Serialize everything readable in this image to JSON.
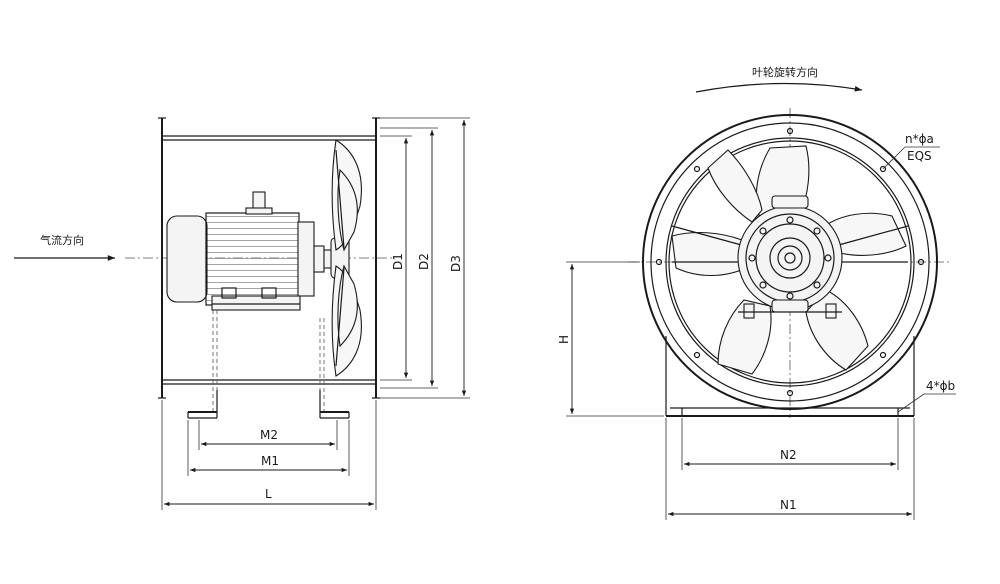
{
  "labels": {
    "airflow_direction": "气流方向",
    "impeller_rotation": "叶轮旋转方向",
    "flange_holes": "n*ϕa",
    "equal_spacing": "EQS",
    "foot_holes": "4*ϕb"
  },
  "dimensions": {
    "d1": "D1",
    "d2": "D2",
    "d3": "D3",
    "m2": "M2",
    "m1": "M1",
    "l": "L",
    "h": "H",
    "n2": "N2",
    "n1": "N1"
  }
}
